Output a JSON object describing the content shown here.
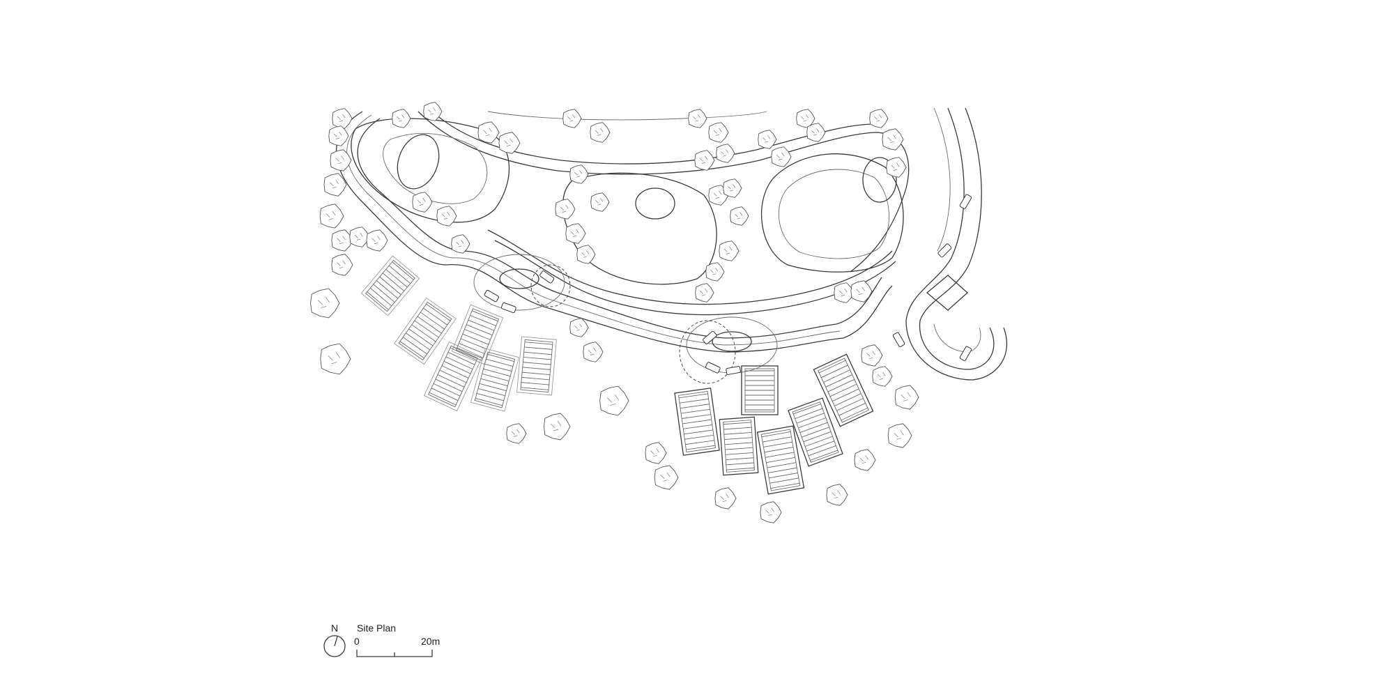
{
  "legend": {
    "north_label": "N",
    "title": "Site Plan",
    "scale_start": "0",
    "scale_end": "20m"
  }
}
